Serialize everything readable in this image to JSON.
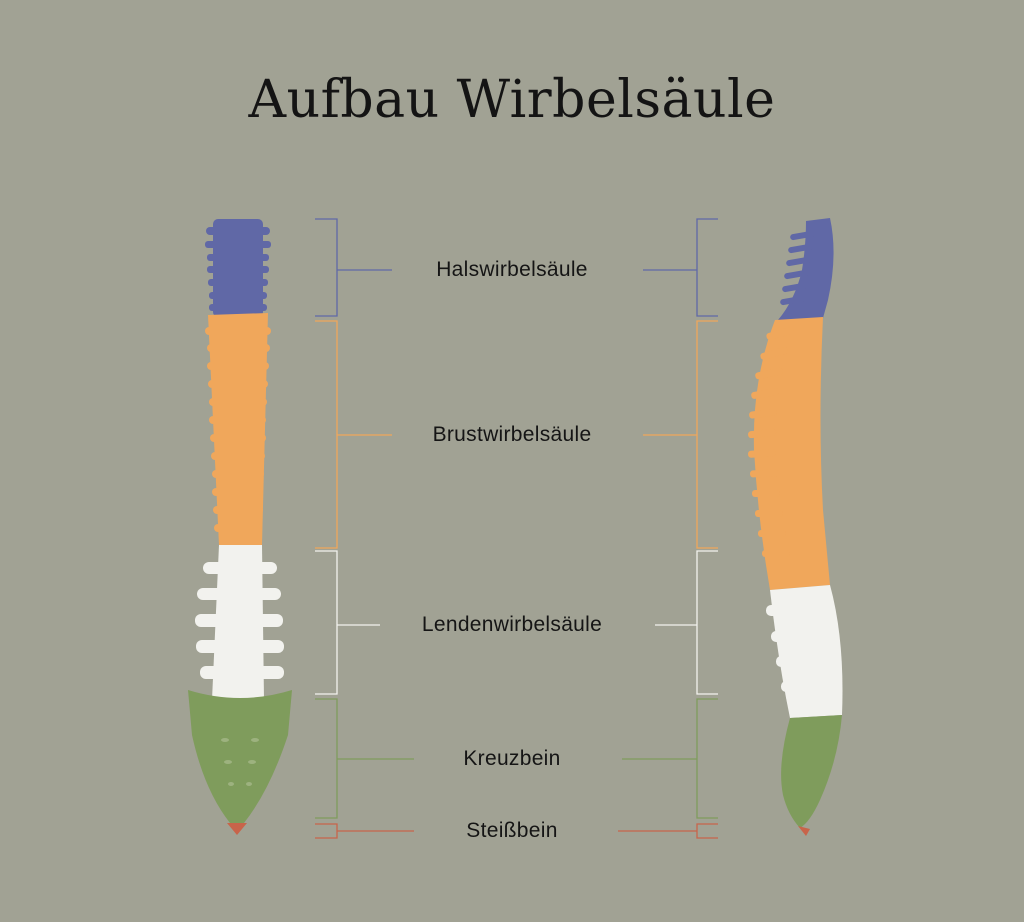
{
  "title": "Aufbau Wirbelsäule",
  "sections": [
    {
      "label": "Halswirbelsäule",
      "color": "#6068a6"
    },
    {
      "label": "Brustwirbelsäule",
      "color": "#f0a75b"
    },
    {
      "label": "Lendenwirbelsäule",
      "color": "#f2f2ee"
    },
    {
      "label": "Kreuzbein",
      "color": "#7f9c5c"
    },
    {
      "label": "Steißbein",
      "color": "#c8644a"
    }
  ]
}
